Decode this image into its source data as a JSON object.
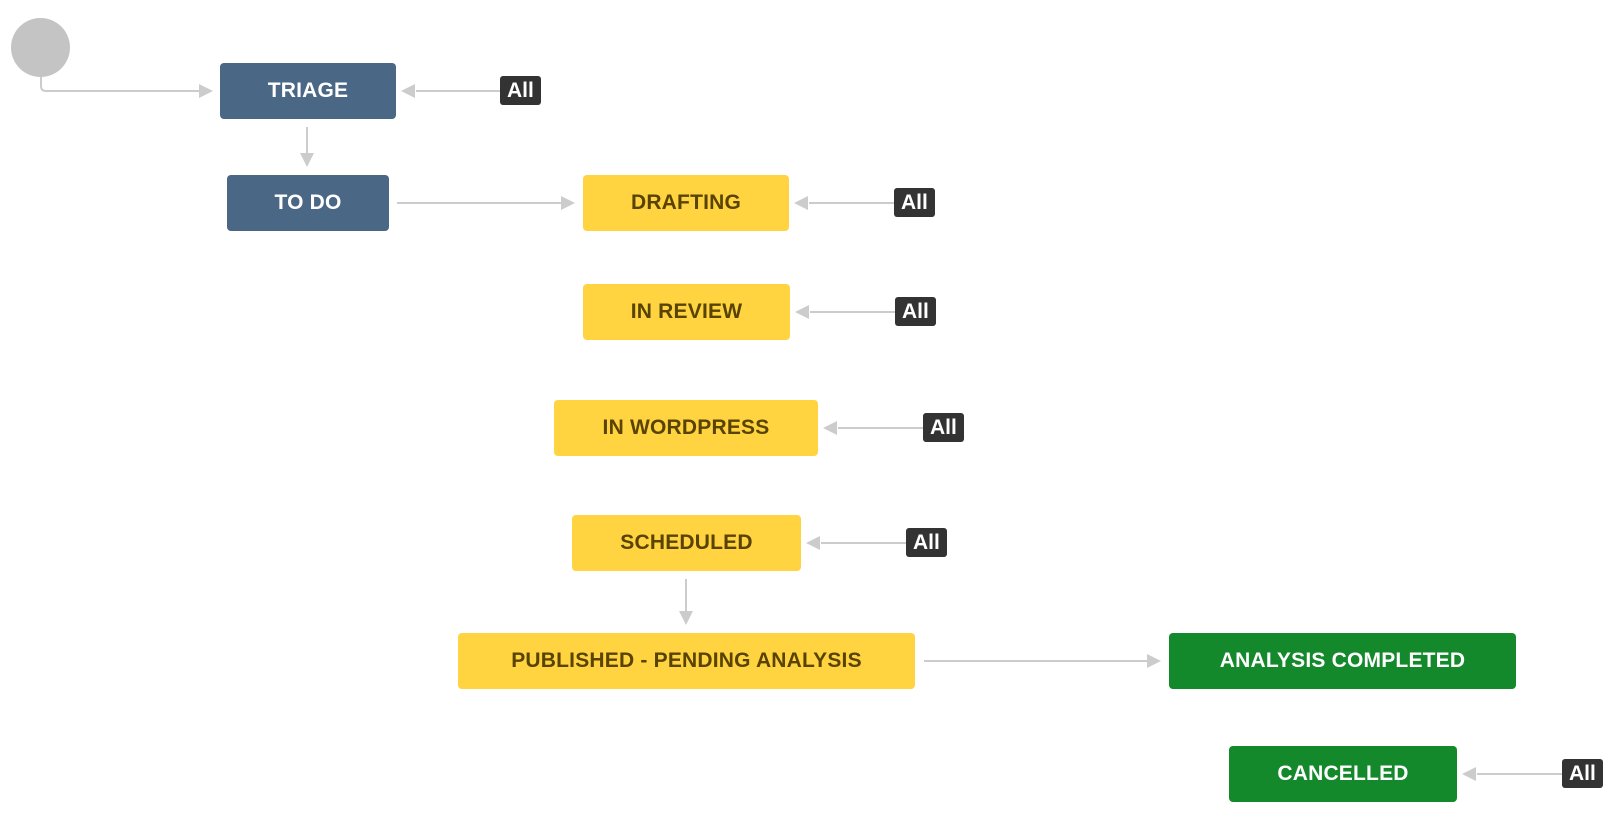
{
  "statuses": {
    "triage": "TRIAGE",
    "todo": "TO DO",
    "drafting": "DRAFTING",
    "in_review": "IN REVIEW",
    "in_wordpress": "IN WORDPRESS",
    "scheduled": "SCHEDULED",
    "published": "PUBLISHED - PENDING ANALYSIS",
    "analysis_completed": "ANALYSIS COMPLETED",
    "cancelled": "CANCELLED"
  },
  "all_label": "All",
  "colors": {
    "todo_category": "#4a6785",
    "in_progress_category": "#ffd440",
    "done_category": "#14892c",
    "all_badge": "#333333",
    "connector": "#cccccc",
    "start_node": "#c4c4c4"
  }
}
